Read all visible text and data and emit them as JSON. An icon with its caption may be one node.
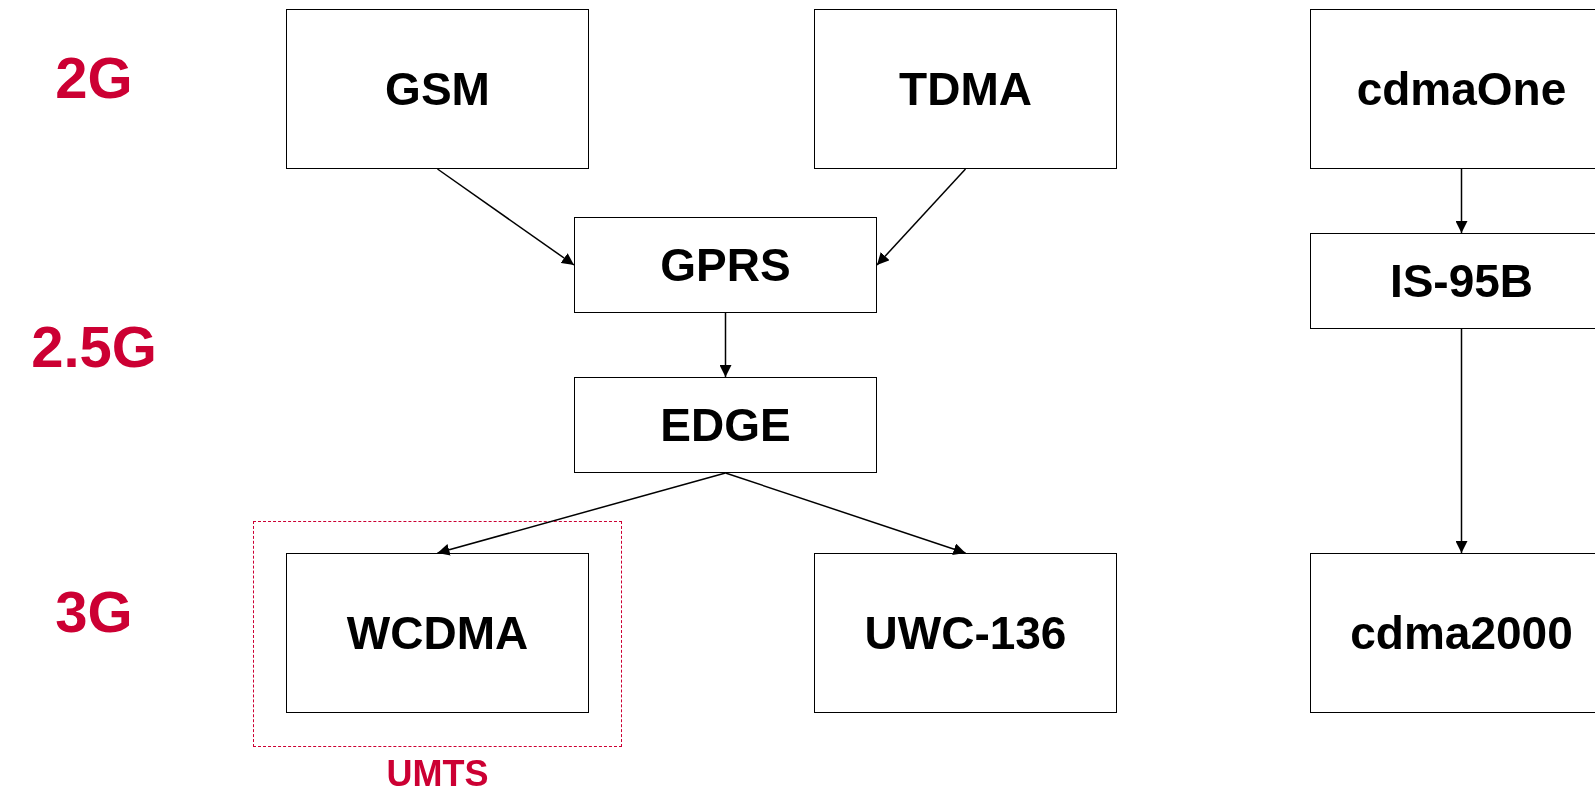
{
  "diagram": {
    "nodes": [
      {
        "text": [
          "GSM"
        ]
      },
      {
        "text": [
          "TDMA"
        ]
      },
      {
        "text": [
          "cdmaOne"
        ]
      },
      {
        "text": [
          "GPRS"
        ]
      },
      {
        "text": [
          "EDGE"
        ]
      },
      {
        "text": [
          "IS-95B"
        ]
      },
      {
        "text": [
          "UMTS"
        ]
      },
      {
        "text": [
          "WCDMA"
        ],
        "in": 6
      },
      {
        "text": [
          "UWC-136"
        ]
      },
      {
        "text": [
          "cdma2000"
        ]
      }
    ],
    "edges": [
      {
        "from": 0,
        "to": 3,
        "arrow": "to"
      },
      {
        "from": 1,
        "to": 3,
        "arrow": "to"
      },
      {
        "from": 3,
        "to": 4,
        "arrow": "to"
      },
      {
        "from": 4,
        "to": 7,
        "arrow": "to"
      },
      {
        "from": 4,
        "to": 8,
        "arrow": "to"
      },
      {
        "from": 2,
        "to": 5,
        "arrow": "to"
      },
      {
        "from": 5,
        "to": 9,
        "arrow": "to"
      }
    ],
    "labels": [
      "2G",
      "2.5G",
      "3G"
    ]
  }
}
